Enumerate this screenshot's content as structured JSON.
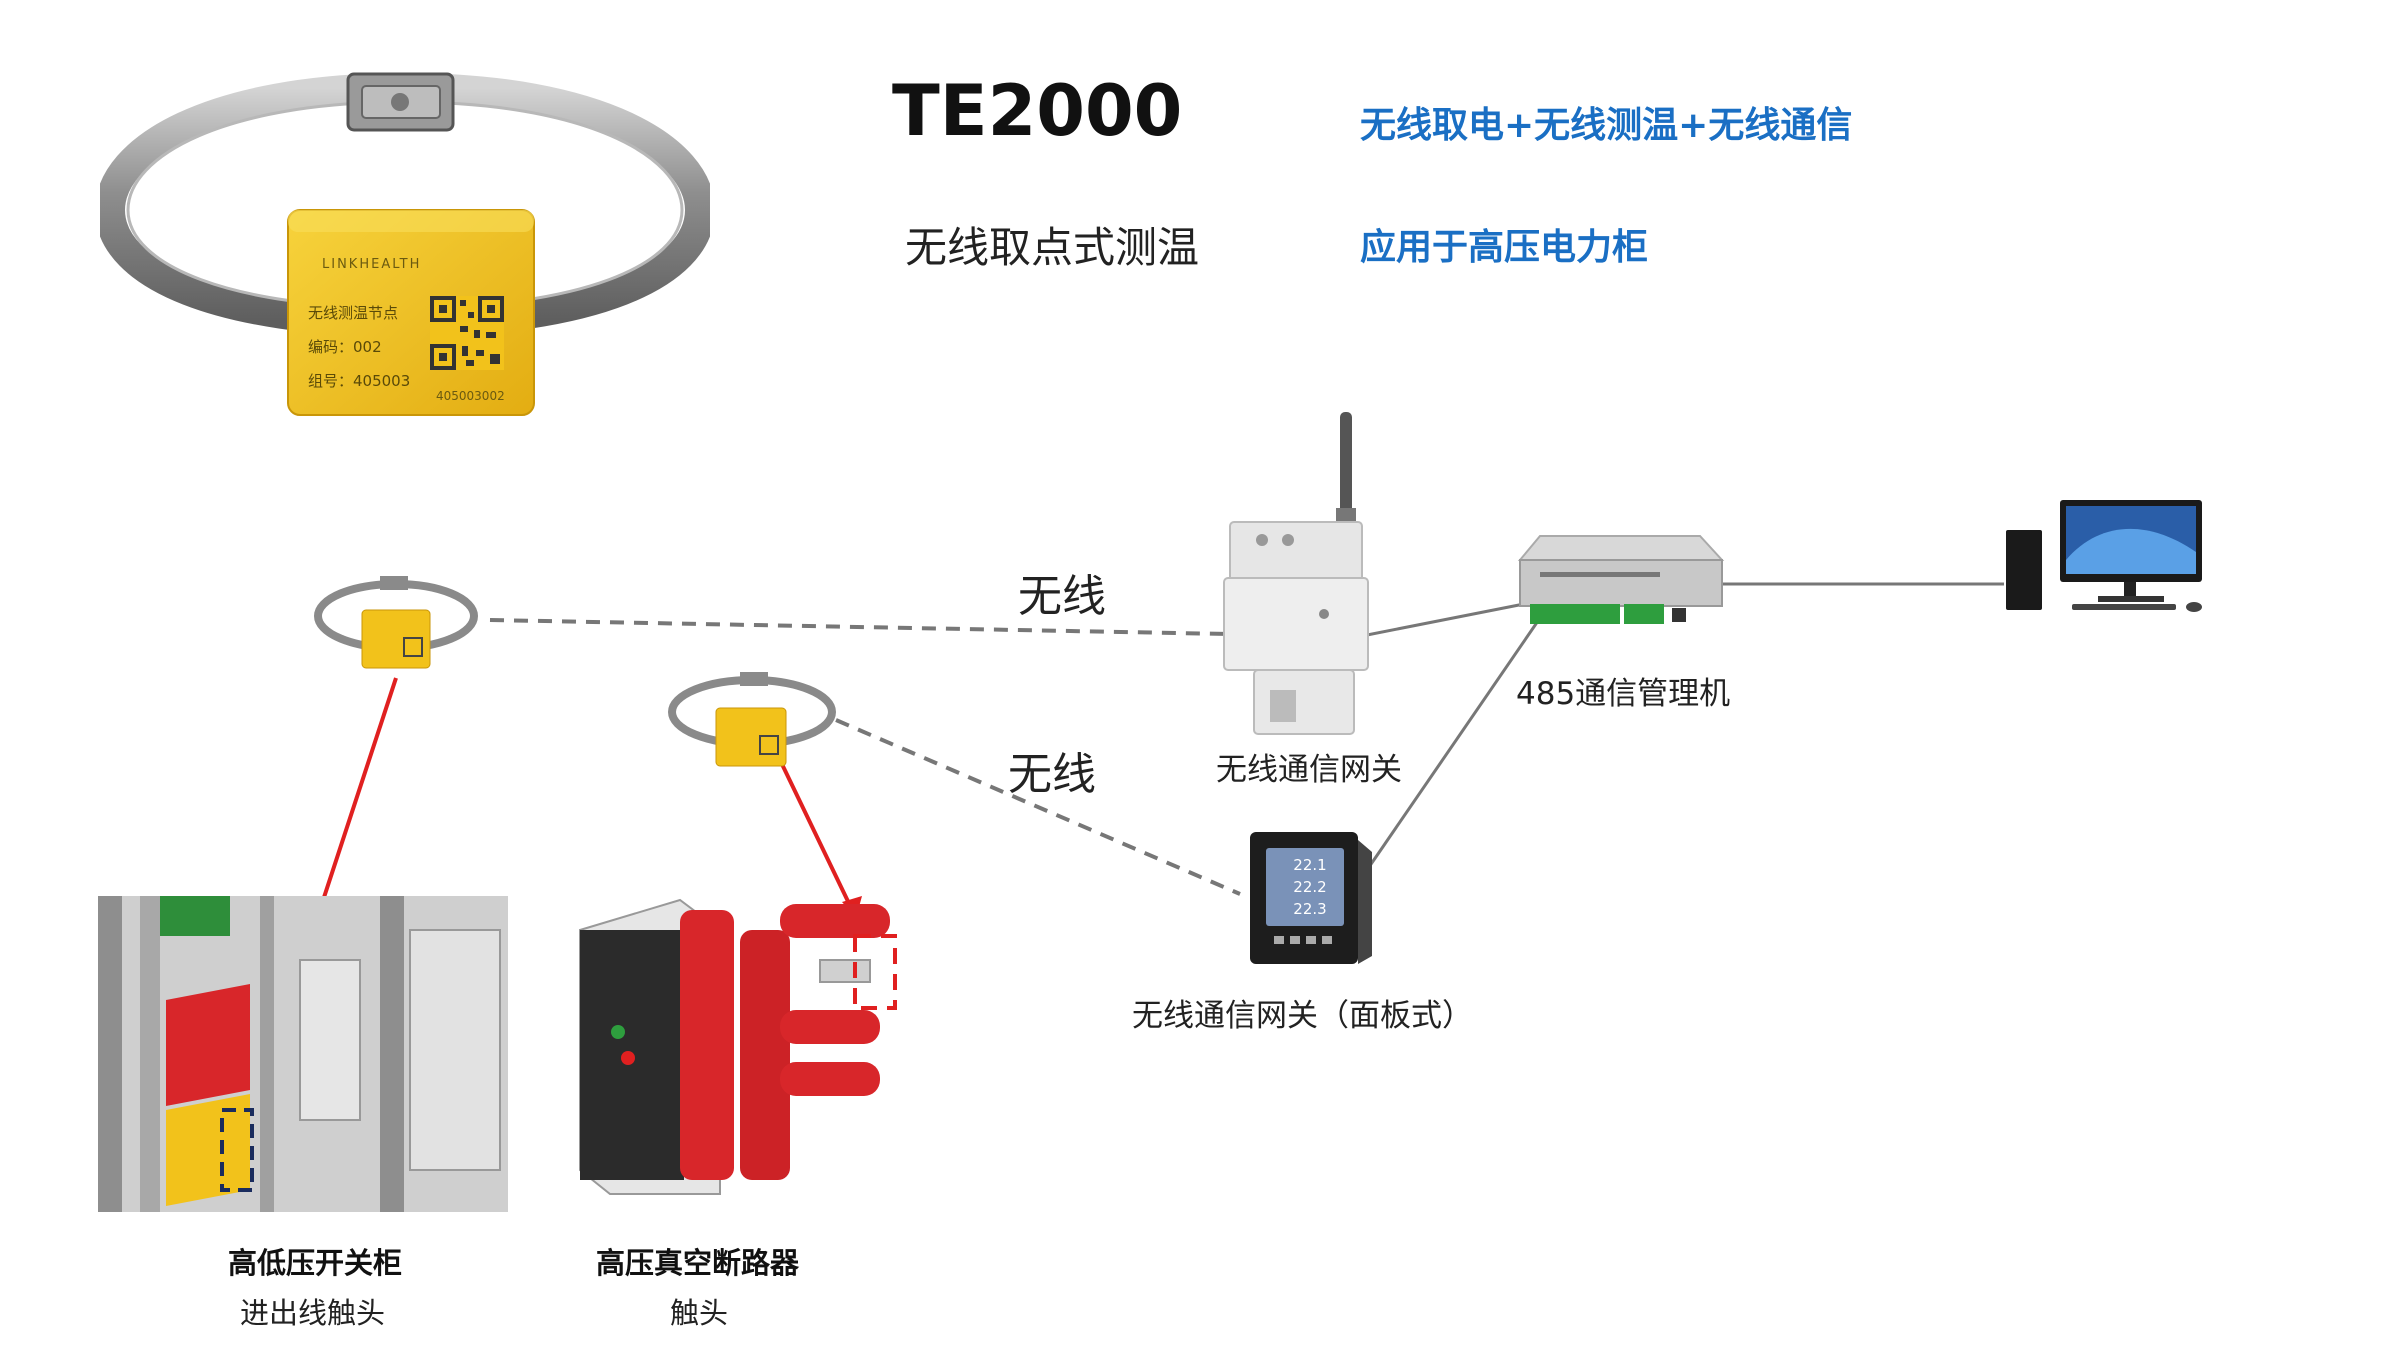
{
  "header": {
    "model": "TE2000",
    "feature_line": "无线取电+无线测温+无线通信",
    "subtitle": "无线取点式测温",
    "application": "应用于高压电力柜"
  },
  "sensor": {
    "brand": "LINKHEALTH",
    "name": "无线测温节点",
    "code_line": "编码：002",
    "group_line": "组号：405003",
    "serial": "405003002"
  },
  "links": {
    "wireless_1": "无线",
    "wireless_2": "无线"
  },
  "devices": {
    "gateway": "无线通信网关",
    "manager": "485通信管理机",
    "panel_gateway": "无线通信网关（面板式）",
    "panel_readings": [
      "22.1",
      "22.2",
      "22.3"
    ]
  },
  "installations": {
    "switchgear_title": "高低压开关柜",
    "switchgear_caption": "进出线触头",
    "breaker_title": "高压真空断路器",
    "breaker_caption": "触头"
  },
  "colors": {
    "accent_blue": "#1a6fc4",
    "sensor_yellow": "#f2c21b",
    "pointer_red": "#e02020",
    "busbar_red": "#d8262a"
  }
}
